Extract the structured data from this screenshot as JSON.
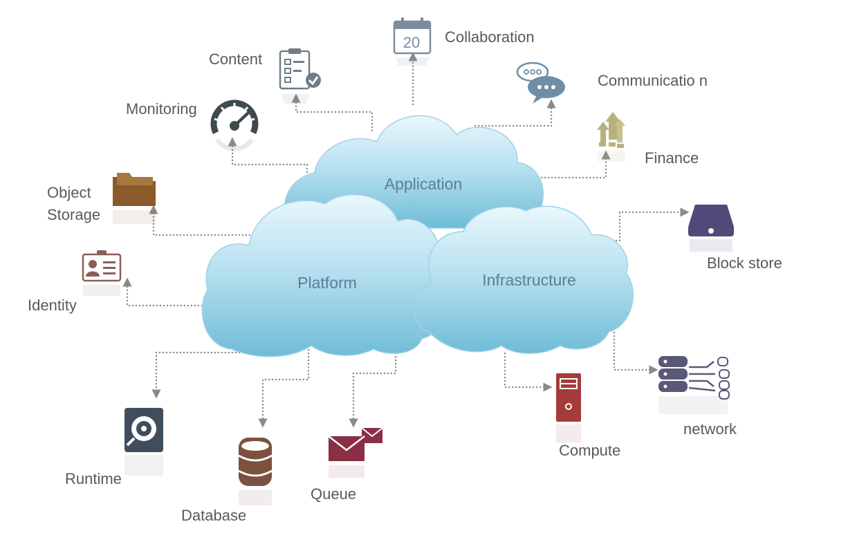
{
  "clouds": {
    "application": "Application",
    "platform": "Platform",
    "infrastructure": "Infrastructure"
  },
  "labels": {
    "collaboration": "Collaboration",
    "content": "Content",
    "communication": "Communicatio n",
    "monitoring": "Monitoring",
    "finance": "Finance",
    "object_storage": "Object Storage",
    "block_store": "Block store",
    "identity": "Identity",
    "runtime": "Runtime",
    "database": "Database",
    "queue": "Queue",
    "compute": "Compute",
    "network": "network"
  },
  "calendar_day": "20",
  "colors": {
    "cloud_light": "#dff3fb",
    "cloud_dark": "#79c3dd",
    "cloud_text": "#5b7d95",
    "connector": "#8a8a8a",
    "calendar": "#7a8c9e",
    "content": "#6f7e86",
    "chat": "#6e8ea4",
    "monitoring": "#3f4a4e",
    "finance": "#b8b27a",
    "folder": "#8b5a2b",
    "block_store": "#4f4a78",
    "identity": "#8a5e56",
    "runtime": "#3f4d5d",
    "database": "#7b5140",
    "queue": "#8a2f44",
    "compute": "#a53b3b",
    "network": "#5a5878"
  },
  "icons": {
    "collaboration": "calendar-icon",
    "content": "checklist-icon",
    "communication": "chat-bubbles-icon",
    "monitoring": "gauge-icon",
    "finance": "growth-arrows-icon",
    "object_storage": "folder-icon",
    "block_store": "hard-drive-icon",
    "identity": "id-card-icon",
    "runtime": "disc-icon",
    "database": "database-icon",
    "queue": "envelopes-icon",
    "compute": "server-tower-icon",
    "network": "network-servers-icon"
  }
}
